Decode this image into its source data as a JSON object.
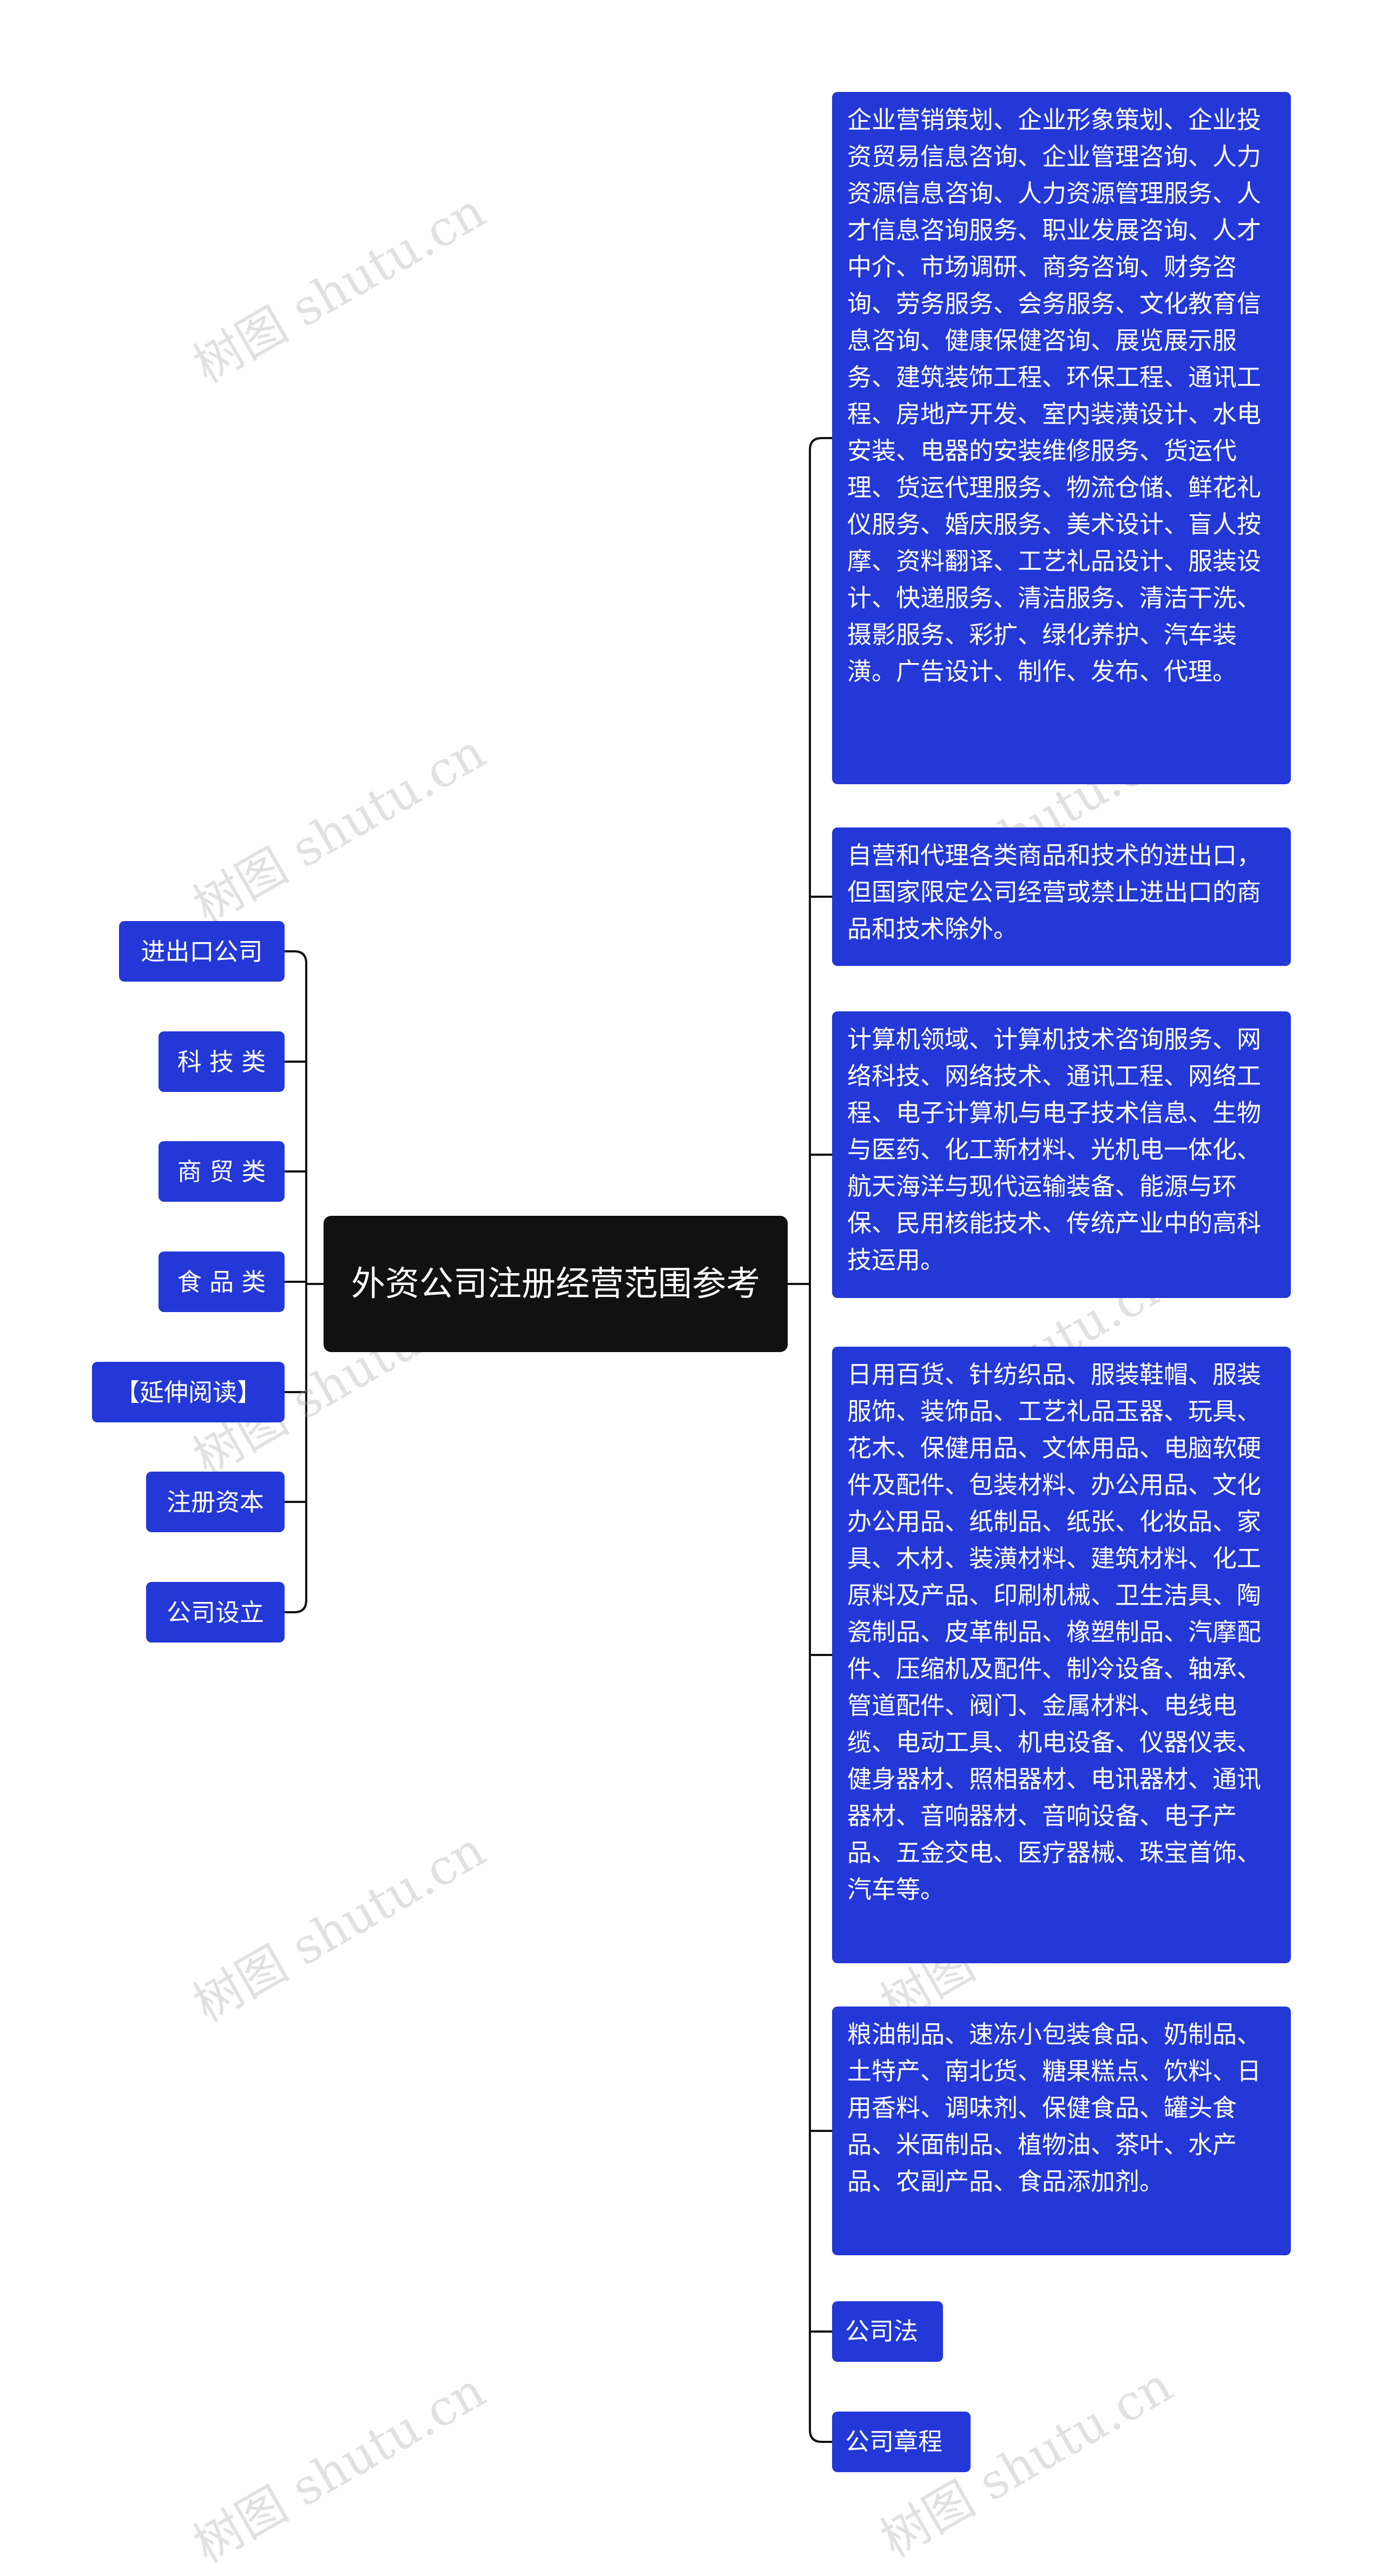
{
  "center": {
    "title": "外资公司注册经营范围参考"
  },
  "left_nodes": [
    "进出口公司",
    "科 技 类",
    "商 贸 类",
    "食 品 类",
    "【延伸阅读】",
    "注册资本",
    "公司设立"
  ],
  "right_nodes": [
    "企业营销策划、企业形象策划、企业投资贸易信息咨询、企业管理咨询、人力资源信息咨询、人力资源管理服务、人才信息咨询服务、职业发展咨询、人才中介、市场调研、商务咨询、财务咨询、劳务服务、会务服务、文化教育信息咨询、健康保健咨询、展览展示服务、建筑装饰工程、环保工程、通讯工程、房地产开发、室内装潢设计、水电安装、电器的安装维修服务、货运代理、货运代理服务、物流仓储、鲜花礼仪服务、婚庆服务、美术设计、盲人按摩、资料翻译、工艺礼品设计、服装设计、快递服务、清洁服务、清洁干洗、摄影服务、彩扩、绿化养护、汽车装潢。广告设计、制作、发布、代理。",
    "自营和代理各类商品和技术的进出口，但国家限定公司经营或禁止进出口的商品和技术除外。",
    "计算机领域、计算机技术咨询服务、网络科技、网络技术、通讯工程、网络工程、电子计算机与电子技术信息、生物与医药、化工新材料、光机电一体化、航天海洋与现代运输装备、能源与环保、民用核能技术、传统产业中的高科技运用。",
    "日用百货、针纺织品、服装鞋帽、服装服饰、装饰品、工艺礼品玉器、玩具、花木、保健用品、文体用品、电脑软硬件及配件、包装材料、办公用品、文化办公用品、纸制品、纸张、化妆品、家具、木材、装潢材料、建筑材料、化工原料及产品、印刷机械、卫生洁具、陶瓷制品、皮革制品、橡塑制品、汽摩配件、压缩机及配件、制冷设备、轴承、管道配件、阀门、金属材料、电线电缆、电动工具、机电设备、仪器仪表、健身器材、照相器材、电讯器材、通讯器材、音响器材、音响设备、电子产品、五金交电、医疗器械、珠宝首饰、汽车等。",
    "粮油制品、速冻小包装食品、奶制品、土特产、南北货、糖果糕点、饮料、日用香料、调味剂、保健食品、罐头食品、米面制品、植物油、茶叶、水产品、农副产品、食品添加剂。",
    "公司法",
    "公司章程"
  ],
  "watermark": "树图 shutu.cn",
  "colors": {
    "node_blue": "#2338d6",
    "center_black": "#111111",
    "line": "#111111"
  }
}
